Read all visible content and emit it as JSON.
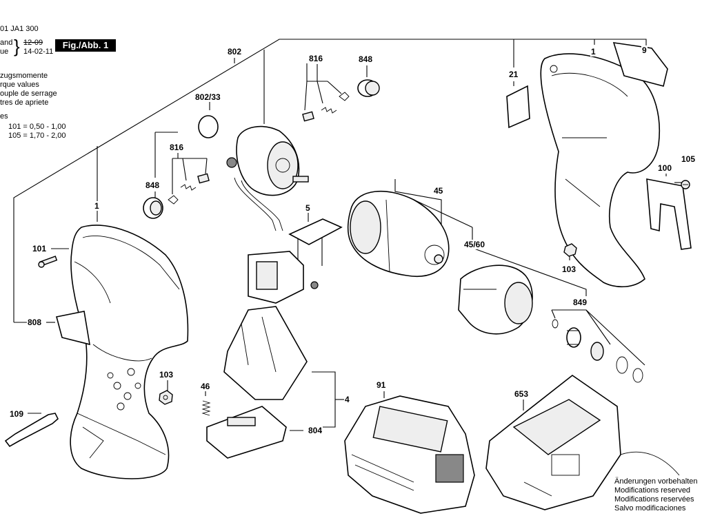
{
  "header": {
    "doc_number": "01 JA1 300",
    "status_label_1": "and",
    "status_label_2": "ue",
    "date_old": "12-09",
    "date_new": "14-02-11",
    "fig_label": "Fig./Abb. 1",
    "torque_lines": [
      "zugsmomente",
      "rque values",
      "ouple de serrage",
      "tres de apriete",
      "es"
    ],
    "torque_values": [
      "101 =  0,50 - 1,00",
      "105 =  1,70 - 2,00"
    ]
  },
  "parts": {
    "p802": "802",
    "p816a": "816",
    "p848a": "848",
    "p1a": "1",
    "p9": "9",
    "p21": "21",
    "p802_33": "802/33",
    "p816b": "816",
    "p848b": "848",
    "p1b": "1",
    "p101": "101",
    "p808": "808",
    "p5": "5",
    "p45": "45",
    "p45_60": "45/60",
    "p100": "100",
    "p105": "105",
    "p103a": "103",
    "p849": "849",
    "p103b": "103",
    "p46": "46",
    "p109": "109",
    "p4": "4",
    "p804": "804",
    "p91": "91",
    "p653": "653"
  },
  "icons": [
    "hammer-housing",
    "motor",
    "gearbox",
    "nose-cover",
    "switch",
    "battery",
    "charger",
    "bit",
    "handle-clip"
  ],
  "notes": [
    "Änderungen vorbehalten",
    "Modifications reserved",
    "Modifications reservées",
    "Salvo modificaciones"
  ],
  "colors": {
    "line": "#000000",
    "background": "#ffffff"
  }
}
